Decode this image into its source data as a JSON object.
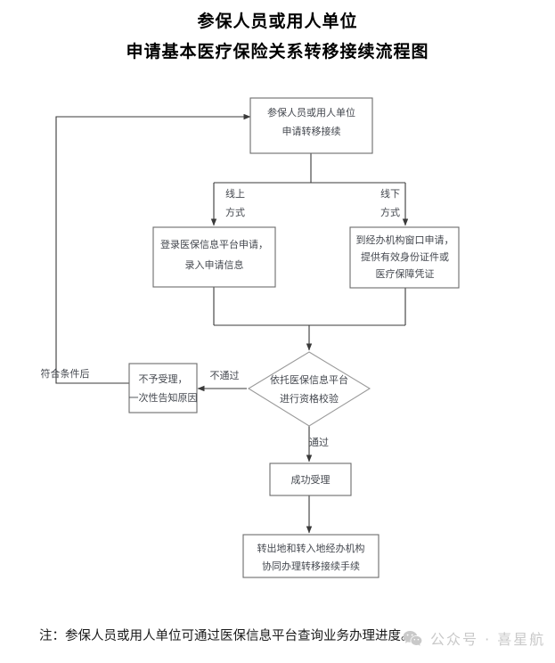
{
  "document": {
    "title_line_1": "参保人员或用人单位",
    "title_line_2": "申请基本医疗保险关系转移接续流程图"
  },
  "flowchart": {
    "type": "flowchart",
    "nodes": [
      {
        "id": "start",
        "shape": "rect",
        "lines": [
          "参保人员或用人单位",
          "申请转移接续"
        ]
      },
      {
        "id": "online",
        "shape": "rect",
        "lines": [
          "登录医保信息平台申请，",
          "录入申请信息"
        ]
      },
      {
        "id": "offline",
        "shape": "rect",
        "lines": [
          "到经办机构窗口申请，",
          "提供有效身份证件或",
          "医疗保障凭证"
        ]
      },
      {
        "id": "verify",
        "shape": "diamond",
        "lines": [
          "依托医保信息平台",
          "进行资格校验"
        ]
      },
      {
        "id": "reject",
        "shape": "rect",
        "lines": [
          "不予受理，",
          "一次性告知原因"
        ]
      },
      {
        "id": "accept",
        "shape": "rect",
        "lines": [
          "成功受理"
        ]
      },
      {
        "id": "handle",
        "shape": "rect",
        "lines": [
          "转出地和转入地经办机构",
          "协同办理转移接续手续"
        ]
      }
    ],
    "edge_labels": [
      {
        "id": "branch-online",
        "lines": [
          "线上",
          "方式"
        ]
      },
      {
        "id": "branch-offline",
        "lines": [
          "线下",
          "方式"
        ]
      },
      {
        "id": "fail",
        "lines": [
          "不通过"
        ]
      },
      {
        "id": "pass",
        "lines": [
          "通过"
        ]
      },
      {
        "id": "loopback",
        "lines": [
          "符合条件后"
        ]
      }
    ]
  },
  "footer": {
    "note": "注：参保人员或用人单位可通过医保信息平台查询业务办理进度。",
    "watermark_text": "公众号 · 喜星航",
    "watermark_icon": "wechat-icon"
  },
  "colors": {
    "box_stroke": "#6b6b6b",
    "diamond_stroke": "#9a9a9a",
    "line": "#3a3a3a",
    "node_text": "#44484f",
    "title_text": "#000000",
    "watermark": "#c9c9c9"
  }
}
